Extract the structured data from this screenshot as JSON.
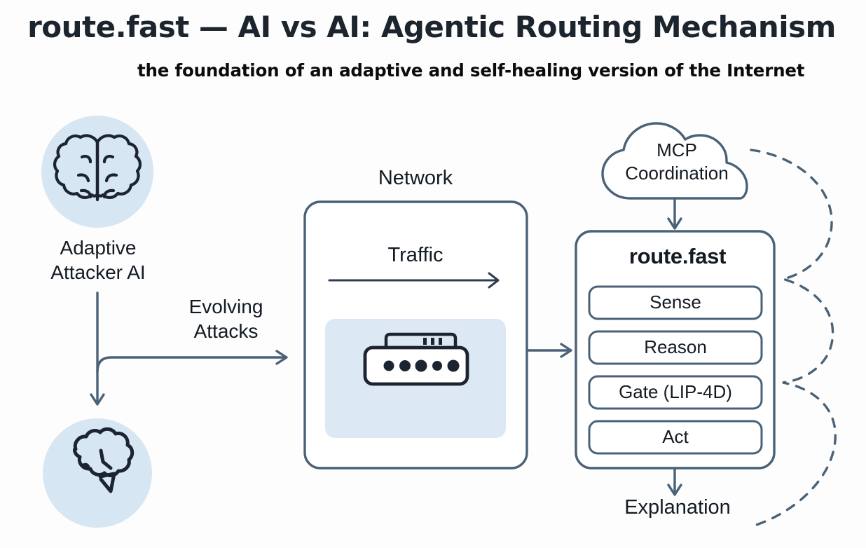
{
  "header": {
    "title": "route.fast — AI vs AI: Agentic Routing Mechanism",
    "subtitle": "the foundation of an adaptive and self-healing version of the Internet"
  },
  "colors": {
    "background": "#fdfdfd",
    "stroke": "#4a6277",
    "text_dark": "#131a22",
    "icon_dark": "#1b2430",
    "circle_fill": "#d7e6f3",
    "panel_fill": "#dce9f5"
  },
  "attacker": {
    "icon": "brain-icon",
    "label": "Adaptive\nAttacker AI",
    "label_line1": "Adaptive",
    "label_line2": "Attacker AI"
  },
  "defender": {
    "icon": "brain-thought-icon"
  },
  "flow": {
    "evolving_attacks_label": "Evolving\nAttacks",
    "evolving_line1": "Evolving",
    "evolving_line2": "Attacks"
  },
  "network": {
    "label": "Network",
    "traffic_label": "Traffic",
    "device_icon": "router-icon"
  },
  "mcp": {
    "label": "MCP\nCoordination",
    "line1": "MCP",
    "line2": "Coordination",
    "shape": "cloud-icon"
  },
  "routefast": {
    "title": "route.fast",
    "stages": [
      {
        "label": "Sense"
      },
      {
        "label": "Reason"
      },
      {
        "label": "Gate (LIP-4D)"
      },
      {
        "label": "Act"
      }
    ],
    "output_label": "Explanation"
  },
  "feedback": {
    "style": "dashed-wave-loop"
  }
}
